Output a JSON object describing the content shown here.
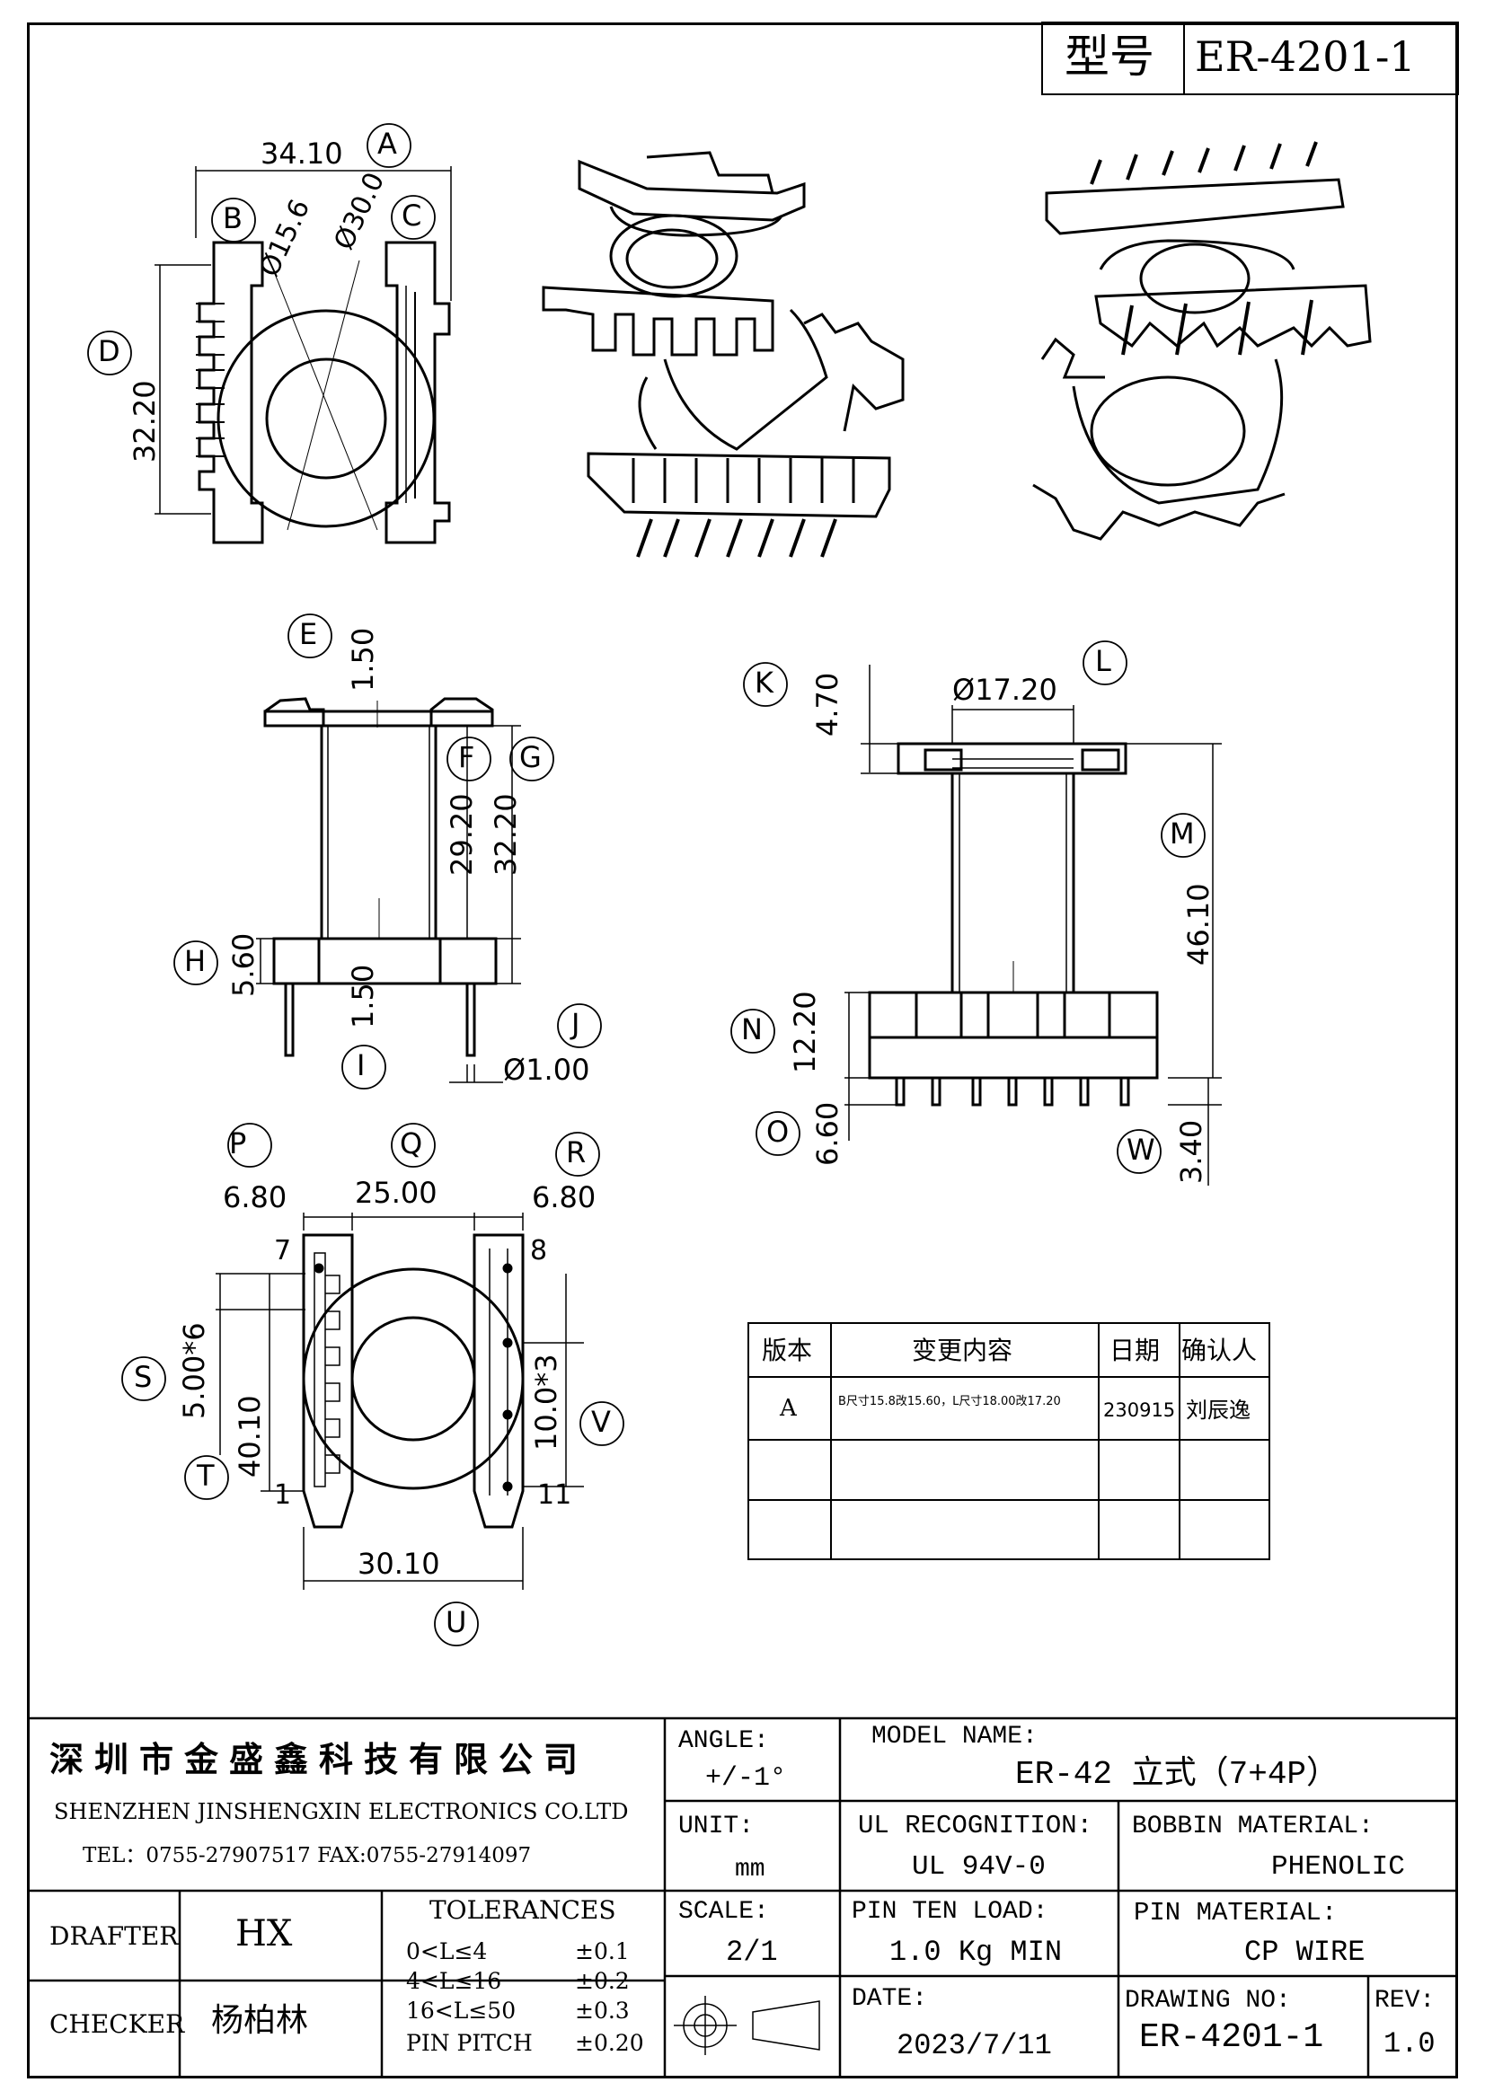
{
  "header": {
    "type_label": "型号",
    "part_number": "ER-4201-1"
  },
  "callouts": [
    "A",
    "B",
    "C",
    "D",
    "E",
    "F",
    "G",
    "H",
    "I",
    "J",
    "K",
    "L",
    "M",
    "N",
    "O",
    "P",
    "Q",
    "R",
    "S",
    "T",
    "U",
    "V",
    "W"
  ],
  "dimensions": {
    "top_width": "34.10",
    "dia_15": "Ø15.6",
    "dia_30": "Ø30.0",
    "top_height": "32.20",
    "e": "1.50",
    "f": "29.20",
    "g": "32.20",
    "h": "5.60",
    "i": "1.50",
    "j": "Ø1.00",
    "k": "4.70",
    "l": "Ø17.20",
    "m": "46.10",
    "n": "12.20",
    "o": "6.60",
    "w": "3.40",
    "p": "6.80",
    "q": "25.00",
    "r": "6.80",
    "s": "5.00*6",
    "t": "40.10",
    "u": "30.10",
    "v": "10.0*3",
    "pin7": "7",
    "pin8": "8",
    "pin1": "1",
    "pin11": "11"
  },
  "revision_table": {
    "headers": [
      "版本",
      "变更内容",
      "日期",
      "确认人"
    ],
    "rows": [
      {
        "ver": "A",
        "change": "B尺寸15.8改15.60，L尺寸18.00改17.20",
        "date": "230915",
        "by": "刘辰逸"
      },
      {
        "ver": "",
        "change": "",
        "date": "",
        "by": ""
      },
      {
        "ver": "",
        "change": "",
        "date": "",
        "by": ""
      }
    ]
  },
  "title_block": {
    "company_cn": "深圳市金盛鑫科技有限公司",
    "company_en": "SHENZHEN JINSHENGXIN ELECTRONICS CO.LTD",
    "contact": "TEL：0755-27907517   FAX:0755-27914097",
    "angle_label": "ANGLE:",
    "angle_value": "+/-1°",
    "model_label": "MODEL NAME:",
    "model_value": "ER-42 立式（7+4P）",
    "unit_label": "UNIT:",
    "unit_value": "mm",
    "ul_label": "UL RECOGNITION:",
    "ul_value": "UL 94V-0",
    "bobbin_label": "BOBBIN MATERIAL:",
    "bobbin_value": "PHENOLIC",
    "drafter_label": "DRAFTER",
    "drafter_value": "HX",
    "tolerances_label": "TOLERANCES",
    "tolerances": [
      {
        "range": "0<L≤4",
        "value": "±0.1"
      },
      {
        "range": "4<L≤16",
        "value": "±0.2"
      },
      {
        "range": "16<L≤50",
        "value": "±0.3"
      },
      {
        "range": "PIN PITCH",
        "value": "±0.20"
      }
    ],
    "scale_label": "SCALE:",
    "scale_value": "2/1",
    "pin_load_label": "PIN TEN LOAD:",
    "pin_load_value": "1.0 Kg MIN",
    "pin_material_label": "PIN MATERIAL:",
    "pin_material_value": "CP WIRE",
    "checker_label": "CHECKER",
    "checker_value": "杨柏林",
    "date_label": "DATE:",
    "date_value": "2023/7/11",
    "drawing_no_label": "DRAWING NO:",
    "drawing_no_value": "ER-4201-1",
    "rev_label": "REV:",
    "rev_value": "1.0"
  }
}
